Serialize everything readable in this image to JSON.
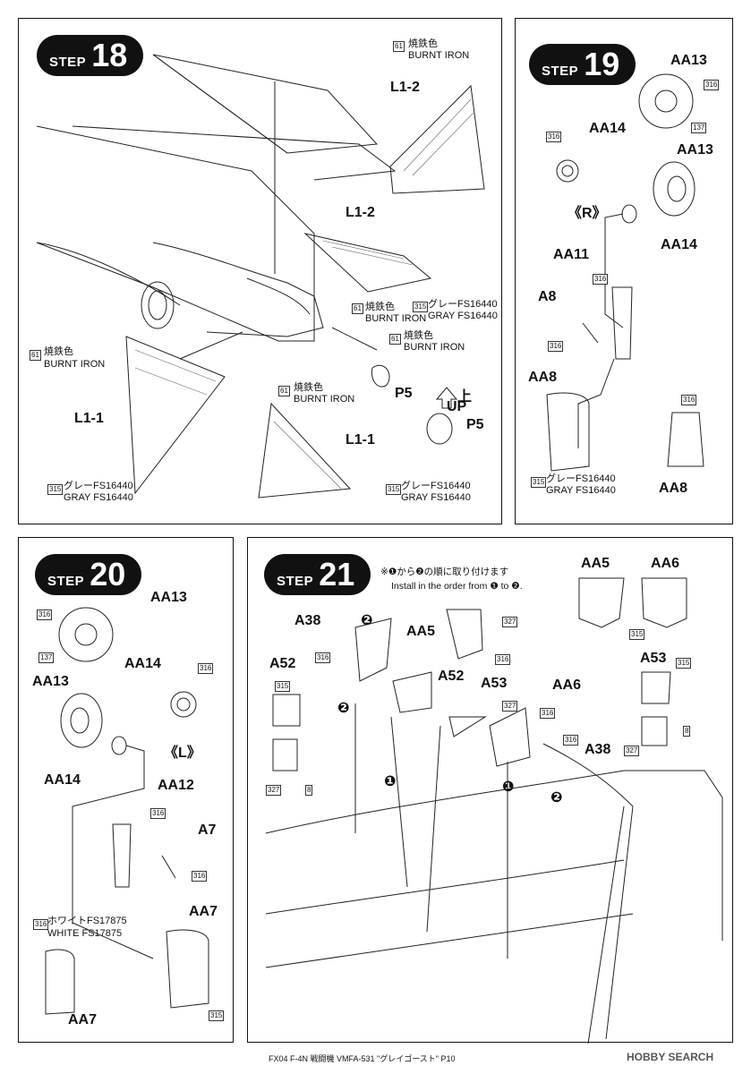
{
  "steps": [
    {
      "word": "STEP",
      "number": "18"
    },
    {
      "word": "STEP",
      "number": "19"
    },
    {
      "word": "STEP",
      "number": "20"
    },
    {
      "word": "STEP",
      "number": "21"
    }
  ],
  "step18": {
    "burnt_jp": "焼鉄色",
    "burnt_en": "BURNT IRON",
    "code61": "61",
    "gray_jp": "グレーFS16440",
    "gray_en": "GRAY FS16440",
    "code315": "315",
    "L12a": "L1-2",
    "L12b": "L1-2",
    "L11a": "L1-1",
    "L11b": "L1-1",
    "P5a": "P5",
    "P5b": "P5",
    "up_jp": "上",
    "up_en": "UP"
  },
  "step19": {
    "AA13a": "AA13",
    "AA13b": "AA13",
    "AA14a": "AA14",
    "AA14b": "AA14",
    "R": "《R》",
    "AA11": "AA11",
    "A8": "A8",
    "AA8a": "AA8",
    "AA8b": "AA8",
    "code316": "316",
    "code137": "137",
    "code315": "315",
    "gray_jp": "グレーFS16440",
    "gray_en": "GRAY FS16440"
  },
  "step20": {
    "AA13a": "AA13",
    "AA13b": "AA13",
    "AA14a": "AA14",
    "AA14b": "AA14",
    "L": "《L》",
    "AA12": "AA12",
    "A7": "A7",
    "AA7a": "AA7",
    "AA7b": "AA7",
    "code316": "316",
    "code137": "137",
    "code315": "315",
    "white_jp": "ホワイトFS17875",
    "white_en": "WHITE FS17875"
  },
  "step21": {
    "note_jp": "※❶から❷の順に取り付けます",
    "note_en": "Install in the order from ❶ to ❷.",
    "AA5a": "AA5",
    "AA5b": "AA5",
    "AA6a": "AA6",
    "AA6b": "AA6",
    "A38a": "A38",
    "A38b": "A38",
    "A52a": "A52",
    "A52b": "A52",
    "A53a": "A53",
    "A53b": "A53",
    "code315": "315",
    "code316": "316",
    "code327": "327",
    "code8": "8",
    "n1": "❶",
    "n2": "❷"
  },
  "footer": {
    "caption": "FX04 F-4N 戦闘機 VMFA-531 \"グレイゴースト\" P10",
    "watermark": "HOBBY SEARCH"
  }
}
